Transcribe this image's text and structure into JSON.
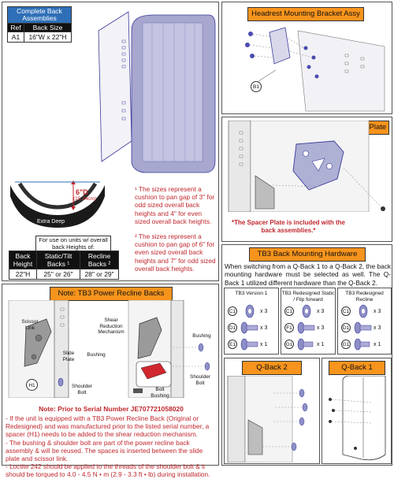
{
  "colors": {
    "orange": "#f7941d",
    "blue": "#2e6fb7",
    "red": "#c0272d",
    "drawing": "#3a3a9a"
  },
  "back_size_table": {
    "title": "Complete Back Assemblies",
    "headers": [
      "Ref",
      "Back Size"
    ],
    "rows": [
      [
        "A1",
        "16\"W x 22\"H"
      ]
    ]
  },
  "cushion": {
    "depth_label": "6\"D",
    "depth_metric": "(15.24cm)",
    "extra_deep": "Extra Deep"
  },
  "heights_table": {
    "caption": "For use on units w/ overall back Heights of:",
    "headers": [
      "Back Height",
      "Static/Tilt Backs ¹",
      "Recline Backs ²"
    ],
    "rows": [
      [
        "22\"H",
        "25\" or 26\"",
        "28\" or 29\""
      ]
    ]
  },
  "footnotes": [
    {
      "mark": "¹",
      "text": "The sizes represent a cushion to pan gap of 3\" for odd sized overall back heights and 4\" for even sized overall back heights."
    },
    {
      "mark": "²",
      "text": "The sizes represent a cushion to pan gap of 6\" for even sized overall back heights and 7\" for odd sized overall back heights."
    }
  ],
  "headrest": {
    "title": "Headrest Mounting Bracket Assy",
    "callout": "B1"
  },
  "spacer": {
    "title": "Spacer Plate",
    "note": "*The Spacer Plate is included with the back assemblies.*"
  },
  "tb3_recline": {
    "title": "Note: TB3 Power Recline Backs",
    "labels": {
      "scissor": "Scissor Link",
      "slide": "Slide Plate",
      "shear": "Shear Reduction Mechanism",
      "bushing1": "Bushing",
      "bushing2": "Bushing",
      "shoulder1": "Shoulder Bolt",
      "shoulder2": "Shoulder Bolt",
      "bolt_bushing": "Bolt Bushing",
      "h1": "H1"
    },
    "prior": "Note: Prior to Serial Number JE707721058020",
    "bullets": [
      "- If the unit is equipped with a TB3 Power Recline Back (Original or Redesigned) and was manufactured prior to the listed serial number, a spacer (H1) needs to be added to the shear reduction mechanism.",
      "- The bushing & shoulder bolt are part of the power recline back assembly & will be reused. The spaces is inserted between the slide plate and scissor link.",
      "- Loctite 242 should be applied to the threads of the shoulder bolt & it should be torqued to 4.0 - 4.5 N • m (2.9 - 3.3 ft • lb) during installation."
    ]
  },
  "tb3_hardware": {
    "title": "TB3 Back Mounting Hardware",
    "text": "When switching from a Q-Back 1 to a Q-Back 2, the back mounting hardware must be selected as well. The Q-Back 1 utilized different hardware than the Q-Back 2.",
    "groups": [
      {
        "title": "TB3 Version 1",
        "items": [
          {
            "ref": "C1",
            "qty": "x 3"
          },
          {
            "ref": "D1",
            "qty": "x 3"
          },
          {
            "ref": "E1",
            "qty": "x 1"
          }
        ]
      },
      {
        "title": "TB3 Redesigned Static / Flip forward",
        "items": [
          {
            "ref": "C1",
            "qty": "x 3"
          },
          {
            "ref": "F1",
            "qty": "x 3"
          },
          {
            "ref": "G1",
            "qty": "x 1"
          }
        ]
      },
      {
        "title": "TB3 Redesigned Recline",
        "items": [
          {
            "ref": "C1",
            "qty": "x 3"
          },
          {
            "ref": "D1",
            "qty": "x 3"
          },
          {
            "ref": "G1",
            "qty": "x 1"
          }
        ]
      }
    ]
  },
  "qback2": {
    "title": "Q-Back 2"
  },
  "qback1": {
    "title": "Q-Back 1"
  }
}
